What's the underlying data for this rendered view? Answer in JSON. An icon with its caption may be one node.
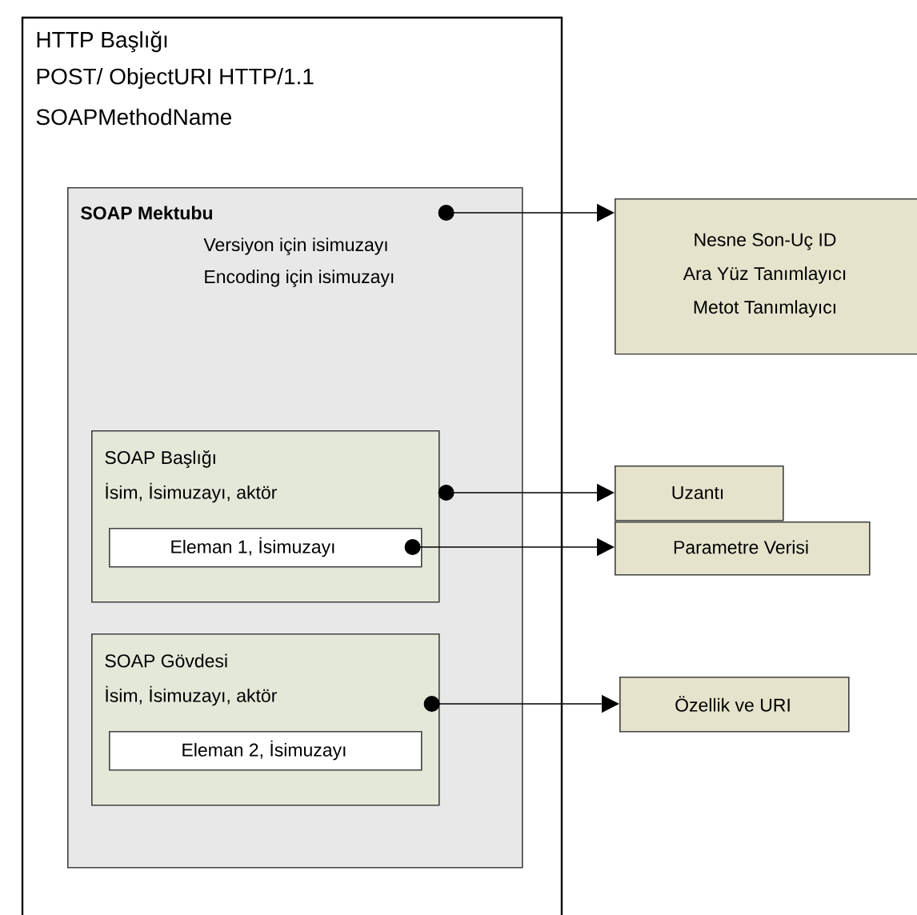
{
  "diagram": {
    "nodes": [
      {
        "text": [
          "HTTP Başlığı",
          "POST/ ObjectURI HTTP/1.1",
          "SOAPMethodName"
        ]
      },
      {
        "text": [
          "SOAP Mektubu",
          "Versiyon için isimuzayı",
          "Encoding için isimuzayı"
        ],
        "in": 0
      },
      {
        "text": [
          "SOAP Başlığı",
          "İsim, İsimuzayı, aktör"
        ],
        "in": 1
      },
      {
        "text": [
          "Eleman 1, İsimuzayı"
        ],
        "in": 2
      },
      {
        "text": [
          "SOAP Gövdesi",
          "İsim, İsimuzayı, aktör"
        ],
        "in": 1
      },
      {
        "text": [
          "Eleman 2, İsimuzayı"
        ],
        "in": 4
      },
      {
        "text": [
          "Nesne Son-Uç ID",
          "Ara Yüz Tanımlayıcı",
          "Metot Tanımlayıcı"
        ]
      },
      {
        "text": [
          "Uzantı"
        ]
      },
      {
        "text": [
          "Parametre Verisi"
        ]
      },
      {
        "text": [
          "Özellik ve URI"
        ]
      }
    ],
    "edges": [
      {
        "from": 1,
        "to": 6,
        "arrow": "to"
      },
      {
        "from": 2,
        "to": 7,
        "arrow": "to"
      },
      {
        "from": 3,
        "to": 8,
        "arrow": "to"
      },
      {
        "from": 4,
        "to": 9,
        "arrow": "to"
      }
    ]
  }
}
